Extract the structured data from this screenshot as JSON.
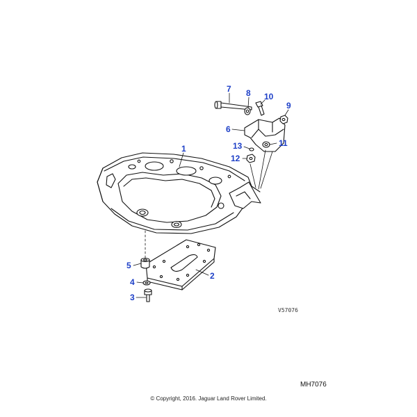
{
  "callouts": {
    "c1": "1",
    "c2": "2",
    "c3": "3",
    "c4": "4",
    "c5": "5",
    "c6": "6",
    "c7": "7",
    "c8": "8",
    "c9": "9",
    "c10": "10",
    "c11": "11",
    "c12": "12",
    "c13": "13"
  },
  "drawing_ref": "V57076",
  "code": "MH7076",
  "copyright": "© Copyright, 2016. Jaguar Land Rover Limited.",
  "colors": {
    "callout": "#1d3fc7",
    "line": "#111111"
  }
}
